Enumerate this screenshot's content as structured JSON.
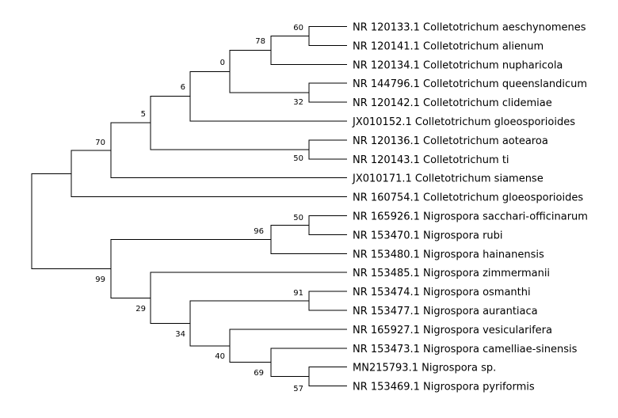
{
  "tree": {
    "leaves": [
      "NR 120133.1 Colletotrichum aeschynomenes",
      "NR 120141.1 Colletotrichum alienum",
      "NR 120134.1 Colletotrichum nupharicola",
      "NR 144796.1 Colletotrichum queenslandicum",
      "NR 120142.1 Colletotrichum clidemiae",
      "JX010152.1 Colletotrichum gloeosporioides",
      "NR 120136.1 Colletotrichum aotearoa",
      "NR 120143.1 Colletotrichum ti",
      "JX010171.1 Colletotrichum siamense",
      "NR 160754.1 Colletotrichum gloeosporioides",
      "NR 165926.1 Nigrospora sacchari-officinarum",
      "NR 153470.1 Nigrospora rubi",
      "NR 153480.1 Nigrospora hainanensis",
      "NR 153485.1 Nigrospora zimmermanii",
      "NR 153474.1 Nigrospora osmanthi",
      "NR 153477.1 Nigrospora aurantiaca",
      "NR 165927.1 Nigrospora vesicularifera",
      "NR 153473.1 Nigrospora camelliae-sinensis",
      "MN215793.1 Nigrospora sp.",
      "NR 153469.1 Nigrospora pyriformis"
    ],
    "support_values": [
      "60",
      "78",
      "0",
      "6",
      "32",
      "5",
      "70",
      "50",
      "50",
      "96",
      "99",
      "91",
      "29",
      "34",
      "40",
      "69",
      "57"
    ]
  }
}
